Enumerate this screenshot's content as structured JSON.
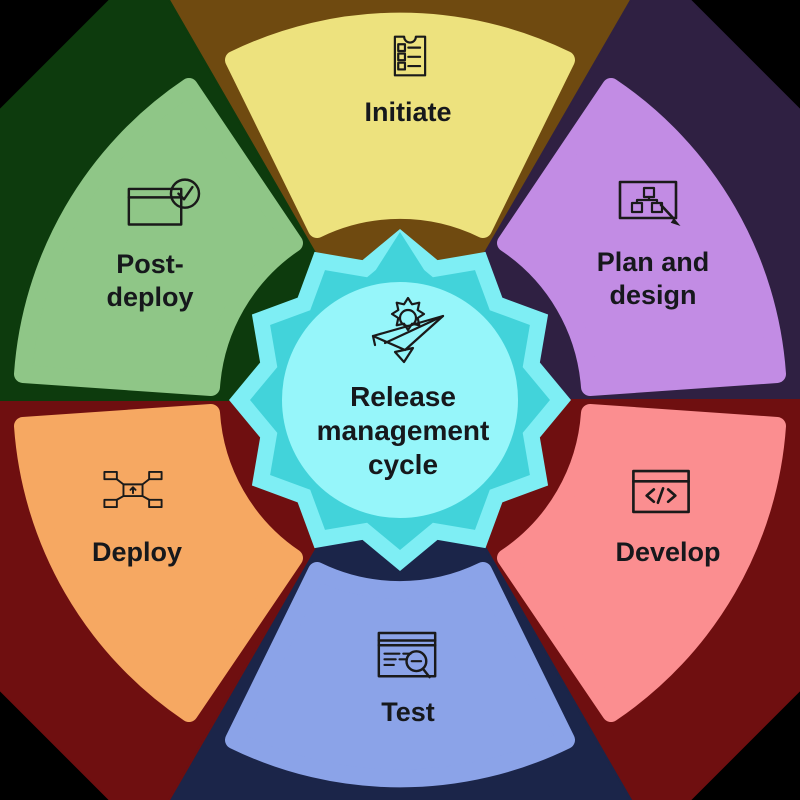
{
  "diagram_title": "Release management cycle",
  "background_color": "#000000",
  "text_color": "#16181c",
  "stroke_color": "#1a1a1a",
  "center": {
    "label": "Release management cycle",
    "icon": "paper-plane-gear-icon",
    "circle_color": "#96f6fa",
    "star_color": "#42d3da",
    "glow_color": "#7eeef4"
  },
  "segments": [
    {
      "id": "initiate",
      "label": "Initiate",
      "icon": "checklist-clipboard-icon",
      "color": "#ede27e",
      "dark_color": "#6f4a10"
    },
    {
      "id": "plan-and-design",
      "label": "Plan and design",
      "icon": "plan-board-icon",
      "color": "#c28ce4",
      "dark_color": "#2f2042"
    },
    {
      "id": "develop",
      "label": "Develop",
      "icon": "code-window-icon",
      "color": "#fb8e90",
      "dark_color": "#6f0f10"
    },
    {
      "id": "test",
      "label": "Test",
      "icon": "test-report-magnifier-icon",
      "color": "#8ba3e8",
      "dark_color": "#1b2549"
    },
    {
      "id": "deploy",
      "label": "Deploy",
      "icon": "deploy-nodes-icon",
      "color": "#f6a862",
      "dark_color": "#6f0f10"
    },
    {
      "id": "post-deploy",
      "label": "Post-deploy",
      "icon": "window-check-icon",
      "color": "#8fc687",
      "dark_color": "#0d3b0d"
    }
  ]
}
